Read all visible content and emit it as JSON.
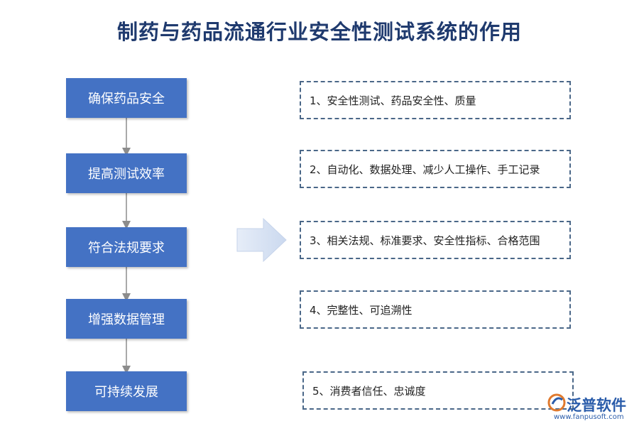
{
  "title": "制药与药品流通行业安全性测试系统的作用",
  "steps": [
    {
      "label": "确保药品安全"
    },
    {
      "label": "提高测试效率"
    },
    {
      "label": "符合法规要求"
    },
    {
      "label": "增强数据管理"
    },
    {
      "label": "可持续发展"
    }
  ],
  "details": [
    {
      "text": "1、安全性测试、药品安全性、质量"
    },
    {
      "text": "2、自动化、数据处理、减少人工操作、手工记录"
    },
    {
      "text": "3、相关法规、标准要求、安全性指标、合格范围"
    },
    {
      "text": "4、完整性、可追溯性"
    },
    {
      "text": "5、消费者信任、忠诚度"
    }
  ],
  "watermark": {
    "name": "泛普软件",
    "url": "www.fanpusoft.com"
  },
  "colors": {
    "title": "#1f3a6e",
    "box": "#4472c4",
    "dashed_border": "#4a6788",
    "arrow": "#dbe5f5"
  }
}
